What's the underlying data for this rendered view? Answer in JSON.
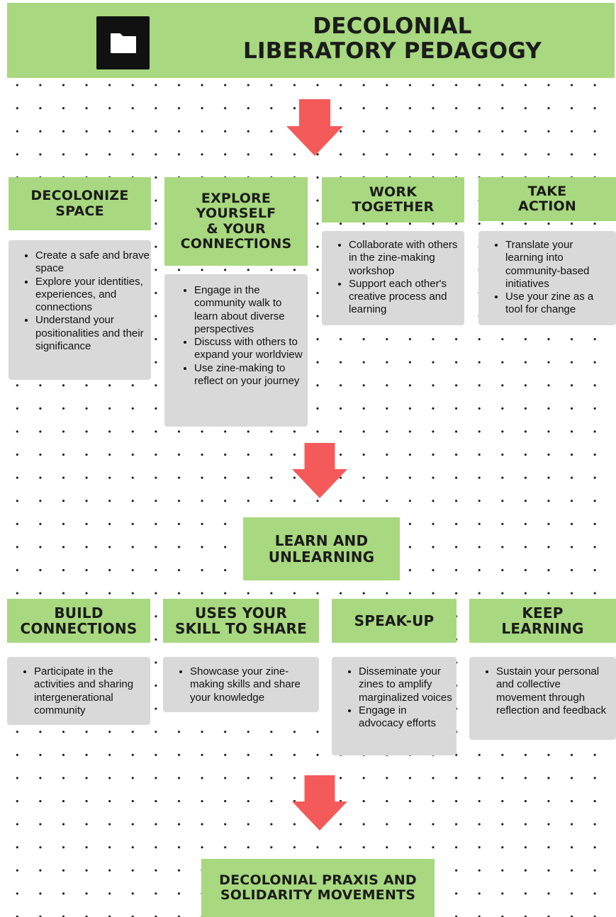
{
  "title": {
    "line1": "DECOLONIAL",
    "line2": "LIBERATORY PEDAGOGY",
    "icon": "folder-icon"
  },
  "arrow_icon": "down-arrow-icon",
  "colors": {
    "box_green": "#a8d87f",
    "box_grey": "#d9d9d9",
    "arrow": "#f45a5a",
    "dots": "#1a1a1a"
  },
  "stage1": [
    {
      "heading_lines": [
        "DECOLONIZE",
        "SPACE"
      ],
      "bullets": [
        "Create a safe and brave space",
        "Explore your identities, experiences, and connections",
        "Understand your positionalities and their significance"
      ]
    },
    {
      "heading_lines": [
        "EXPLORE",
        "YOURSELF",
        "& YOUR",
        "CONNECTIONS"
      ],
      "bullets": [
        "Engage in the community walk to learn about diverse perspectives",
        "Discuss with others to expand your worldview",
        "Use zine-making to reflect on your journey"
      ]
    },
    {
      "heading_lines": [
        "WORK",
        "TOGETHER"
      ],
      "bullets": [
        "Collaborate with others in the zine-making workshop",
        "Support each other's creative process and learning"
      ]
    },
    {
      "heading_lines": [
        "TAKE",
        "ACTION"
      ],
      "bullets": [
        "Translate your learning into community-based initiatives",
        "Use your zine as a tool for change"
      ]
    }
  ],
  "middle": {
    "line1": "LEARN AND",
    "line2": "UNLEARNING"
  },
  "stage2": [
    {
      "heading_lines": [
        "BUILD",
        "CONNECTIONS"
      ],
      "bullets": [
        "Participate in the activities and sharing intergenerational community"
      ]
    },
    {
      "heading_lines": [
        "USES YOUR",
        "SKILL TO SHARE"
      ],
      "bullets": [
        "Showcase your zine-making skills and share your knowledge"
      ]
    },
    {
      "heading_lines": [
        "SPEAK-UP"
      ],
      "bullets": [
        "Disseminate your zines to amplify marginalized voices",
        "Engage in advocacy efforts"
      ]
    },
    {
      "heading_lines": [
        "KEEP",
        "LEARNING"
      ],
      "bullets": [
        "Sustain your personal and collective movement through reflection and feedback"
      ]
    }
  ],
  "final": {
    "line1": "DECOLONIAL PRAXIS AND",
    "line2": "SOLIDARITY MOVEMENTS"
  }
}
